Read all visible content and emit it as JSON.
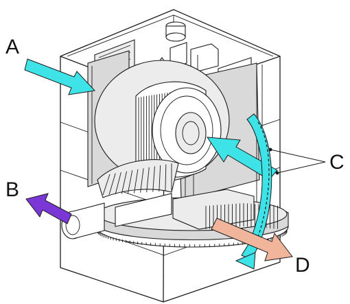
{
  "labels": {
    "a": "A",
    "b": "B",
    "c": "C",
    "d": "D"
  },
  "colors": {
    "inflow_arrow": "#3ee3e8",
    "exhaust_arrow": "#7b37d6",
    "outflow_arrow": "#f1b59c",
    "housing_fill": "#d9d9d9",
    "outline": "#1a1a1a"
  }
}
